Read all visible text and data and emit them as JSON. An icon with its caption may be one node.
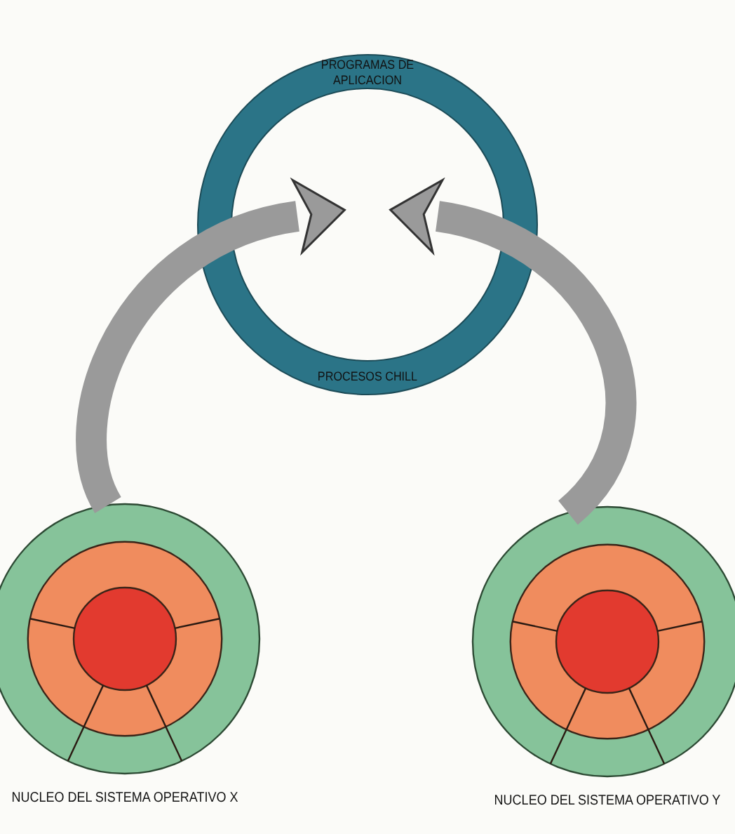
{
  "diagram": {
    "nodes": [
      {
        "text": [
          "PROGRAMAS DE APLICACION",
          "PROCESOS CHILL"
        ]
      },
      {
        "text": [
          "NUCLEO DEL SISTEMA OPERATIVO X"
        ]
      },
      {
        "text": [
          "NUCLEO DEL SISTEMA OPERATIVO Y"
        ]
      }
    ],
    "edges": [
      {
        "from": 1,
        "to": 0,
        "arrow": "to"
      },
      {
        "from": 2,
        "to": 0,
        "arrow": "to"
      }
    ]
  }
}
